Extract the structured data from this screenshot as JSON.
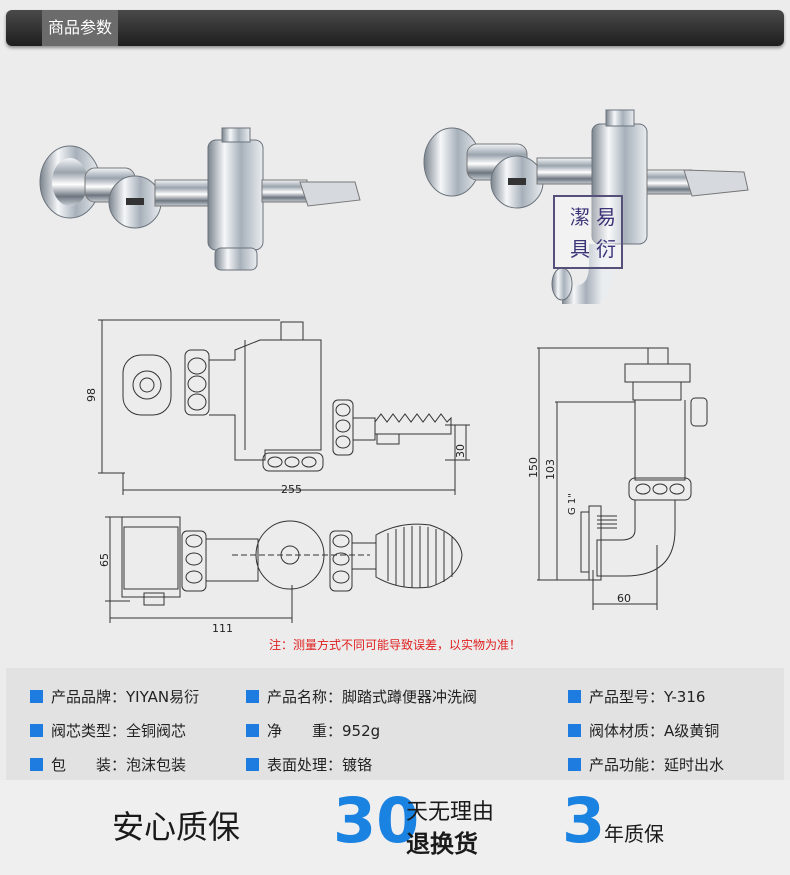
{
  "header": {
    "title": "商品参数"
  },
  "photo2": {
    "seal": [
      "潔",
      "易",
      "具",
      "衍"
    ]
  },
  "drawing": {
    "dims": {
      "height": "98",
      "length": "255",
      "pedal": "30",
      "width": "65",
      "depth": "111",
      "total_height": "150",
      "inlet_height": "103",
      "thread": "G 1\"",
      "outlet": "60"
    }
  },
  "note": "注：测量方式不同可能导致误差，以实物为准！",
  "params": {
    "brand": "产品品牌：YIYAN易衍",
    "name": "产品名称：脚踏式蹲便器冲洗阀",
    "model": "产品型号：Y-316",
    "core": "阀芯类型：全铜阀芯",
    "weight": "净　　重：952g",
    "material": "阀体材质：A级黄铜",
    "package": "包　　装：泡沫包装",
    "surface": "表面处理：镀铬",
    "function": "产品功能：延时出水"
  },
  "guarantee": {
    "left": "安心质保",
    "num30": "30",
    "top": "天无理由",
    "bottom": "退换货",
    "num3": "3",
    "year": "年质保"
  }
}
